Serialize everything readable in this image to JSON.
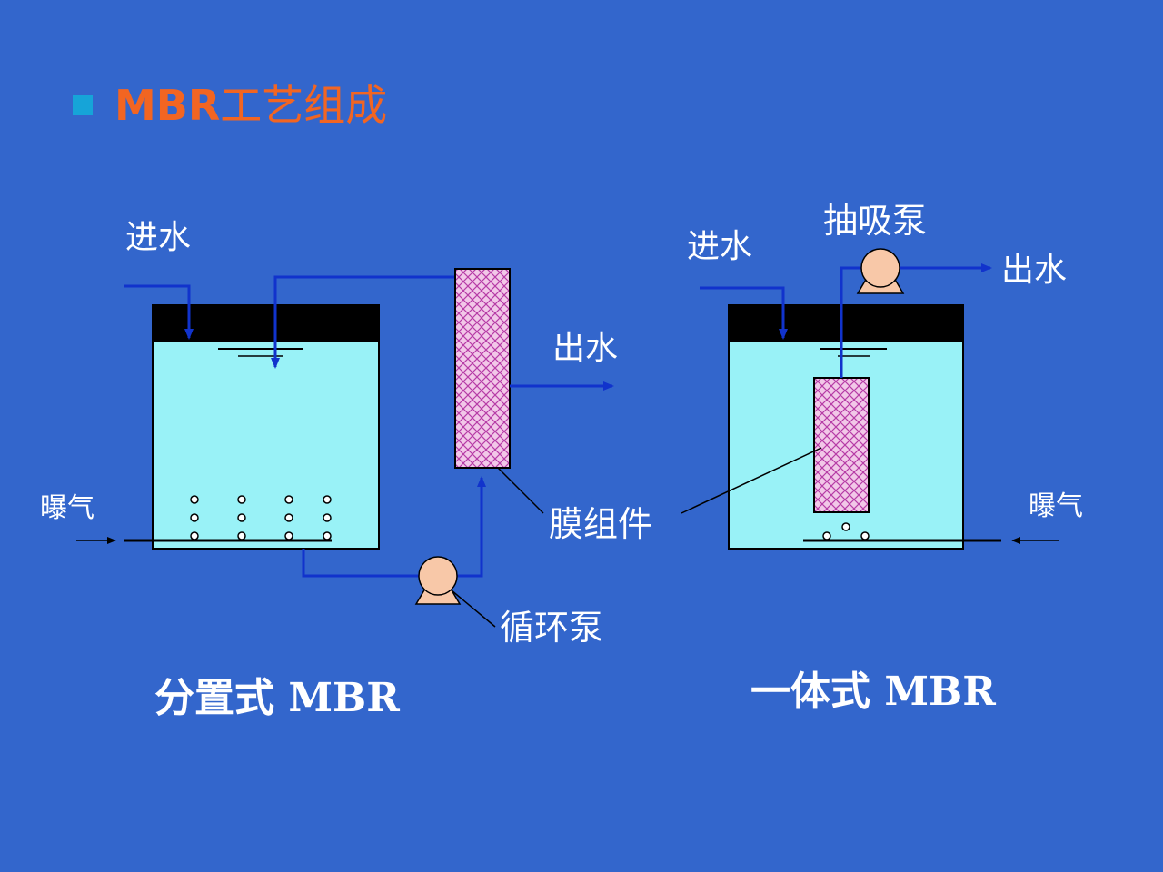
{
  "slide": {
    "title_latin": "MBR",
    "title_cjk": "工艺组成",
    "bullet_color": "#16a4d8",
    "title_color": "#f26522",
    "background_color": "#3366cc"
  },
  "split_mbr": {
    "inlet_label": "进水",
    "aeration_label": "曝气",
    "outlet_label": "出水",
    "membrane_label": "膜组件",
    "pump_label": "循环泵",
    "caption": "分置式 MBR"
  },
  "integrated_mbr": {
    "inlet_label": "进水",
    "aeration_label": "曝气",
    "outlet_label": "出水",
    "pump_label": "抽吸泵",
    "caption": "一体式 MBR"
  },
  "colors": {
    "tank_water": "#99f2f7",
    "tank_top": "#000000",
    "pipe": "#1133cc",
    "pump_body": "#f8c8a8",
    "membrane_fill": "#f2c7e8",
    "membrane_mesh": "#b63ba6",
    "text": "#ffffff"
  }
}
